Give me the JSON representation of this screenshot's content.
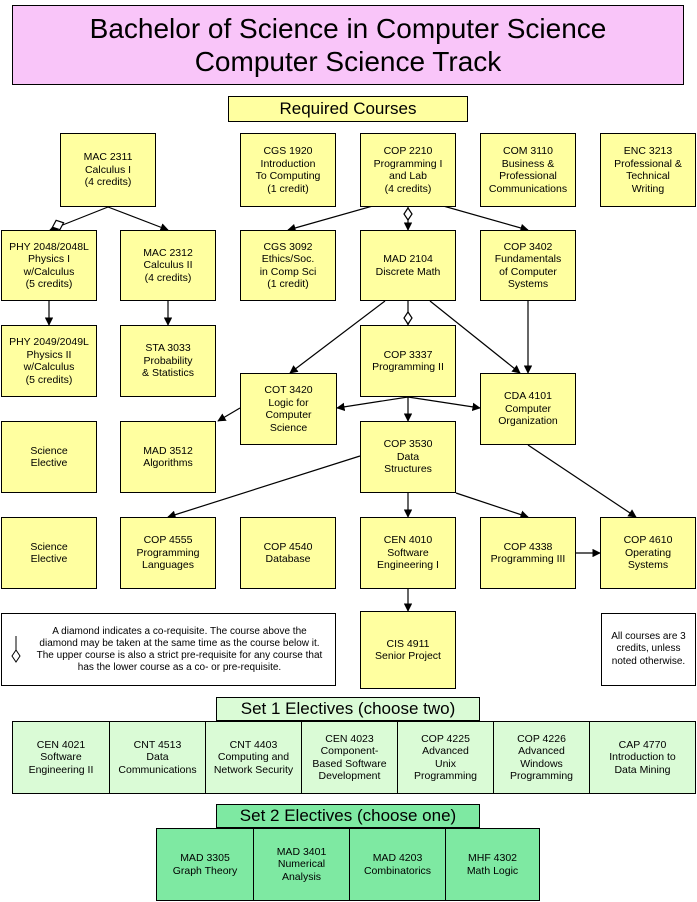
{
  "title": "Bachelor of Science in Computer Science\nComputer Science Track",
  "required_header": "Required Courses",
  "courses": {
    "mac2311": "MAC 2311\nCalculus I\n(4 credits)",
    "cgs1920": "CGS 1920\nIntroduction\nTo Computing\n(1 credit)",
    "cop2210": "COP 2210\nProgramming I\nand Lab\n(4 credits)",
    "com3110": "COM 3110\nBusiness &\nProfessional\nCommunications",
    "enc3213": "ENC 3213\nProfessional &\nTechnical\nWriting",
    "phy2048": "PHY 2048/2048L\nPhysics I\nw/Calculus\n(5 credits)",
    "mac2312": "MAC 2312\nCalculus II\n(4 credits)",
    "cgs3092": "CGS 3092\nEthics/Soc.\nin Comp Sci\n(1 credit)",
    "mad2104": "MAD 2104\nDiscrete Math",
    "cop3402": "COP 3402\nFundamentals\nof Computer\nSystems",
    "phy2049": "PHY 2049/2049L\nPhysics II\nw/Calculus\n(5 credits)",
    "sta3033": "STA 3033\nProbability\n& Statistics",
    "cop3337": "COP 3337\nProgramming II",
    "cot3420": "COT 3420\nLogic for\nComputer\nScience",
    "cda4101": "CDA 4101\nComputer\nOrganization",
    "sci1": "Science\nElective",
    "mad3512": "MAD 3512\nAlgorithms",
    "cop3530": "COP 3530\nData\nStructures",
    "sci2": "Science\nElective",
    "cop4555": "COP 4555\nProgramming\nLanguages",
    "cop4540": "COP 4540\nDatabase",
    "cen4010": "CEN 4010\nSoftware\nEngineering I",
    "cop4338": "COP 4338\nProgramming III",
    "cop4610": "COP 4610\nOperating\nSystems",
    "cis4911": "CIS 4911\nSenior Project"
  },
  "notes": {
    "diamond": "A diamond indicates a co-requisite. The course above the diamond may be taken at the same time as the course below it. The upper course is also a strict pre-requisite for any course that has the lower course as a co- or pre-requisite.",
    "credits": "All courses are 3\ncredits, unless\nnoted otherwise."
  },
  "set1": {
    "header": "Set 1 Electives (choose two)",
    "items": [
      "CEN 4021\nSoftware\nEngineering II",
      "CNT 4513\nData\nCommunications",
      "CNT 4403\nComputing and\nNetwork Security",
      "CEN 4023\nComponent-\nBased Software\nDevelopment",
      "COP 4225\nAdvanced\nUnix\nProgramming",
      "COP 4226\nAdvanced\nWindows\nProgramming",
      "CAP 4770\nIntroduction to\nData Mining"
    ]
  },
  "set2": {
    "header": "Set 2 Electives (choose one)",
    "items": [
      "MAD 3305\nGraph Theory",
      "MAD 3401\nNumerical\nAnalysis",
      "MAD 4203\nCombinatorics",
      "MHF 4302\nMath Logic"
    ]
  },
  "colors": {
    "title_bg": "#f9c5f9",
    "required_bg": "#ffffa0",
    "set1_bg": "#dafbd6",
    "set2_bg": "#7ee9a2"
  }
}
